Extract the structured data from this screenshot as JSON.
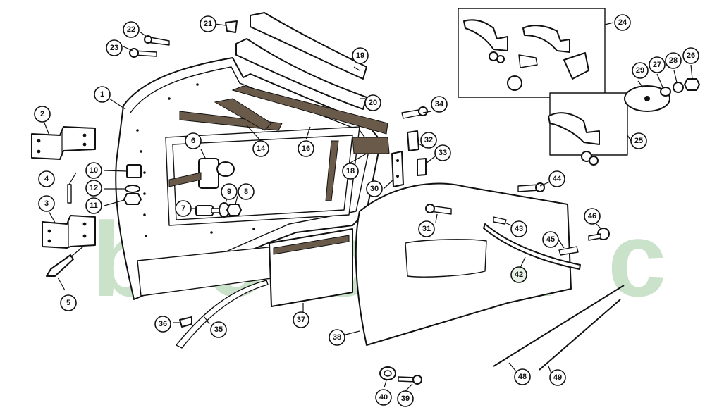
{
  "watermark": {
    "text": "b c c s . c h",
    "color": "#9fcb9c"
  },
  "callouts": [
    "1",
    "2",
    "3",
    "4",
    "5",
    "6",
    "7",
    "8",
    "9",
    "10",
    "11",
    "12",
    "14",
    "16",
    "18",
    "19",
    "20",
    "21",
    "22",
    "23",
    "24",
    "25",
    "26",
    "27",
    "28",
    "29",
    "30",
    "31",
    "32",
    "33",
    "34",
    "35",
    "36",
    "37",
    "38",
    "39",
    "40",
    "42",
    "43",
    "44",
    "45",
    "46",
    "48",
    "49"
  ]
}
